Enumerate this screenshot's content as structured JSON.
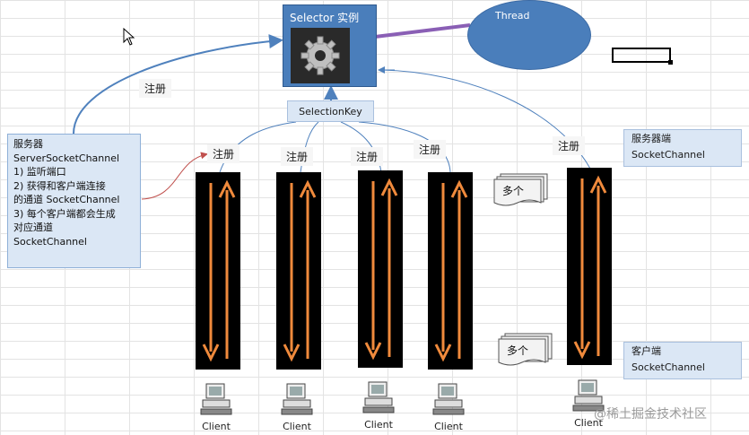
{
  "selector": {
    "title": "Selector 实例"
  },
  "thread": {
    "label": "Thread"
  },
  "selection_key": {
    "label": "SelectionKey"
  },
  "register_labels": {
    "top": "注册",
    "ch1": "注册",
    "ch2": "注册",
    "ch3": "注册",
    "ch4": "注册",
    "ch5": "注册"
  },
  "server_box": {
    "lines": [
      "服务器",
      "ServerSocketChannel",
      "1) 监听端口",
      "2) 获得和客户端连接",
      "的通道 SocketChannel",
      "3) 每个客户端都会生成",
      "对应通道",
      "SocketChannel"
    ]
  },
  "right_labels": {
    "server_side": [
      "服务器端",
      "SocketChannel"
    ],
    "client_side": [
      "客户端",
      "SocketChannel"
    ]
  },
  "multi_label": {
    "top": "多个",
    "bottom": "多个"
  },
  "clients": {
    "label": "Client"
  },
  "watermark": "@稀土掘金技术社区",
  "colors": {
    "box_blue": "#4a7ebb",
    "light_blue": "#dbe7f5",
    "arrow_orange": "#f08a3c",
    "line_purple": "#8a5fb5",
    "line_red": "#c0504d"
  }
}
